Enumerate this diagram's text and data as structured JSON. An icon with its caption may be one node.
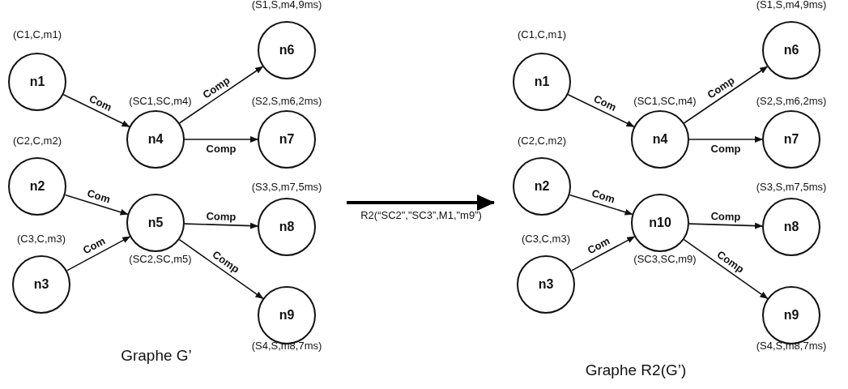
{
  "diagram": {
    "nodes": [
      {
        "text": [
          "n1"
        ],
        "beside": [
          "(C1,C,m1)"
        ]
      },
      {
        "text": [
          "n2"
        ],
        "beside": [
          "(C2,C,m2)"
        ]
      },
      {
        "text": [
          "n3"
        ],
        "beside": [
          "(C3,C,m3)"
        ]
      },
      {
        "text": [
          "n4"
        ],
        "beside": [
          "(SC1,SC,m4)"
        ]
      },
      {
        "text": [
          "n5"
        ],
        "beside": [
          "(SC2,SC,m5)"
        ]
      },
      {
        "text": [
          "n6"
        ],
        "beside": [
          "(S1,S,m4,9ms)"
        ]
      },
      {
        "text": [
          "n7"
        ],
        "beside": [
          "(S2,S,m6,2ms)"
        ]
      },
      {
        "text": [
          "n8"
        ],
        "beside": [
          "(S3,S,m7,5ms)"
        ]
      },
      {
        "text": [
          "n9"
        ],
        "beside": [
          "(S4,S,m8,7ms)"
        ]
      },
      {
        "text": [
          "n1"
        ],
        "beside": [
          "(C1,C,m1)"
        ]
      },
      {
        "text": [
          "n2"
        ],
        "beside": [
          "(C2,C,m2)"
        ]
      },
      {
        "text": [
          "n3"
        ],
        "beside": [
          "(C3,C,m3)"
        ]
      },
      {
        "text": [
          "n4"
        ],
        "beside": [
          "(SC1,SC,m4)"
        ]
      },
      {
        "text": [
          "n10"
        ],
        "beside": [
          "(SC3,SC,m9)"
        ]
      },
      {
        "text": [
          "n6"
        ],
        "beside": [
          "(S1,S,m4,9ms)"
        ]
      },
      {
        "text": [
          "n7"
        ],
        "beside": [
          "(S2,S,m6,2ms)"
        ]
      },
      {
        "text": [
          "n8"
        ],
        "beside": [
          "(S3,S,m7,5ms)"
        ]
      },
      {
        "text": [
          "n9"
        ],
        "beside": [
          "(S4,S,m8,7ms)"
        ]
      }
    ],
    "edges": [
      {
        "from": 0,
        "to": 3,
        "arrow": "to",
        "label": "Com"
      },
      {
        "from": 1,
        "to": 4,
        "arrow": "to",
        "label": "Com"
      },
      {
        "from": 2,
        "to": 4,
        "arrow": "to",
        "label": "Com"
      },
      {
        "from": 3,
        "to": 5,
        "arrow": "to",
        "label": "Comp"
      },
      {
        "from": 3,
        "to": 6,
        "arrow": "to",
        "label": "Comp"
      },
      {
        "from": 4,
        "to": 7,
        "arrow": "to",
        "label": "Comp"
      },
      {
        "from": 4,
        "to": 8,
        "arrow": "to",
        "label": "Comp"
      },
      {
        "from": 9,
        "to": 12,
        "arrow": "to",
        "label": "Com"
      },
      {
        "from": 10,
        "to": 13,
        "arrow": "to",
        "label": "Com"
      },
      {
        "from": 11,
        "to": 13,
        "arrow": "to",
        "label": "Com"
      },
      {
        "from": 12,
        "to": 14,
        "arrow": "to",
        "label": "Comp"
      },
      {
        "from": 12,
        "to": 15,
        "arrow": "to",
        "label": "Comp"
      },
      {
        "from": 13,
        "to": 16,
        "arrow": "to",
        "label": "Comp"
      },
      {
        "from": 13,
        "to": 17,
        "arrow": "to",
        "label": "Comp"
      }
    ],
    "labels": [
      "R2(“SC2\",\"SC3”,M1,\"m9”)",
      "Graphe G’",
      "Graphe R2(G’)"
    ]
  }
}
